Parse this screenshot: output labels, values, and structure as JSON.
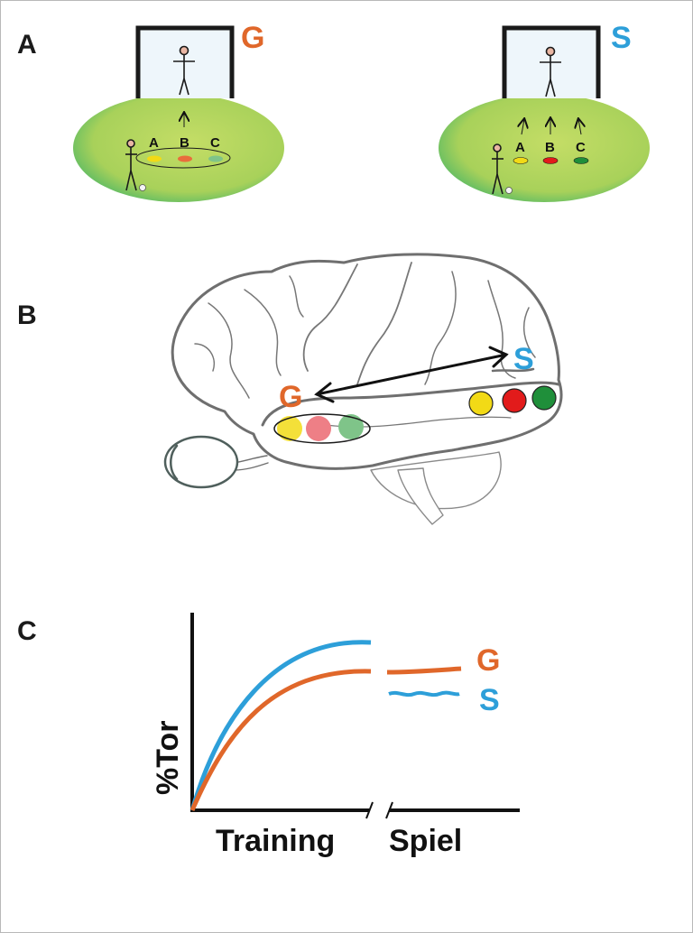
{
  "panels": {
    "a": {
      "label": "A"
    },
    "b": {
      "label": "B"
    },
    "c": {
      "label": "C"
    }
  },
  "groups": {
    "g": {
      "letter": "G",
      "color": "#e0672a"
    },
    "s": {
      "letter": "S",
      "color": "#2d9fd9"
    }
  },
  "targets": [
    "A",
    "B",
    "C"
  ],
  "target_colors": {
    "yellow": "#f2da16",
    "red": "#e21b1b",
    "green": "#1f8f3a",
    "pale_red": "#ee7f86",
    "pale_green": "#7fc489"
  },
  "chart": {
    "ylabel": "%Tor",
    "xlabel_training": "Training",
    "xlabel_game": "Spiel"
  }
}
